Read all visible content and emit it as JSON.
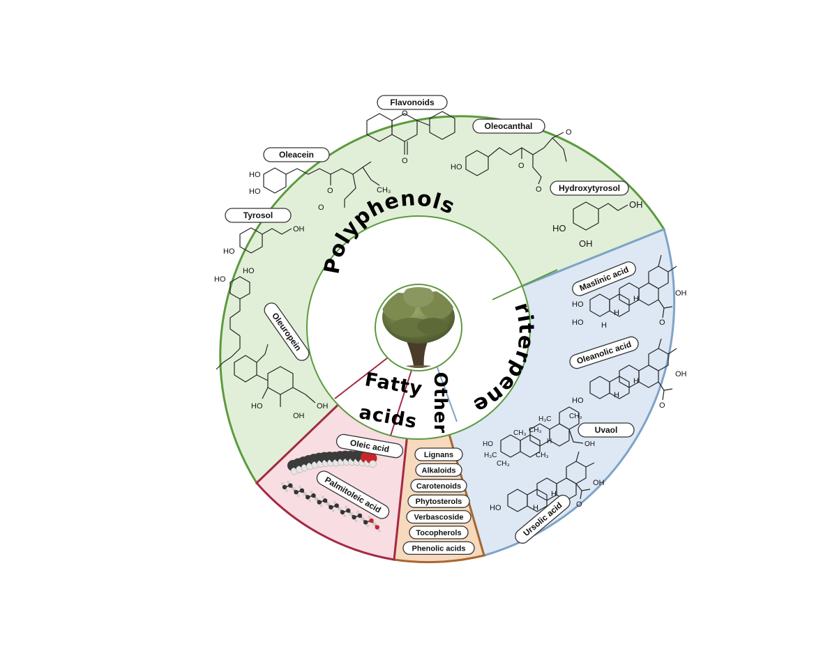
{
  "colors": {
    "polyphenols_fill": "#e2efd8",
    "polyphenols_stroke": "#5b9a3e",
    "triterpenes_fill": "#dde8f4",
    "triterpenes_stroke": "#7ea3c8",
    "other_fill": "#f7d9bd",
    "other_stroke": "#a8662e",
    "fatty_fill": "#f8dde2",
    "fatty_stroke": "#a32a44"
  },
  "center": {
    "icon": "olive-tree-icon"
  },
  "categories": {
    "polyphenols": "Polyphenols",
    "triterpenes": "Triterpenes",
    "fatty_acids_line1": "Fatty",
    "fatty_acids_line2": "acids",
    "other": "Other"
  },
  "polyphenols": {
    "flavonoids": "Flavonoids",
    "oleocanthal": "Oleocanthal",
    "oleacein": "Oleacein",
    "hydroxytyrosol": "Hydroxytyrosol",
    "tyrosol": "Tyrosol",
    "oleuropein": "Oleuropein"
  },
  "triterpenes": {
    "maslinic_acid": "Maslinic acid",
    "oleanolic_acid": "Oleanolic acid",
    "uvaol": "Uvaol",
    "ursolic_acid": "Ursolic acid"
  },
  "fatty_acids": {
    "oleic_acid": "Oleic acid",
    "palmitoleic_acid": "Palmitoleic acid"
  },
  "other": [
    "Lignans",
    "Alkaloids",
    "Carotenoids",
    "Phytosterols",
    "Verbascoside",
    "Tocopherols",
    "Phenolic acids"
  ],
  "atoms": {
    "OH": "OH",
    "HO": "HO",
    "O": "O",
    "H": "H",
    "CH3": "CH₃",
    "H3C": "H₃C"
  }
}
